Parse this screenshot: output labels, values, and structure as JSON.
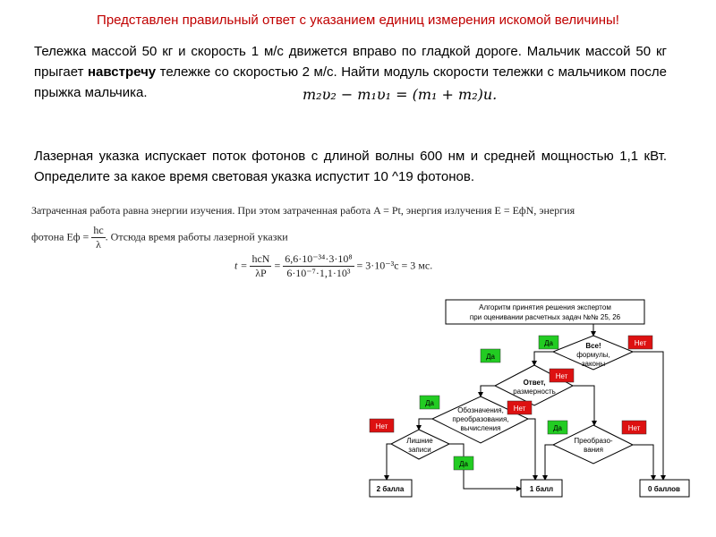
{
  "title": "Представлен правильный ответ с указанием единиц измерения искомой величины!",
  "problem1": {
    "text_before": "Тележка массой 50 кг и скорость 1 м/с движется вправо по гладкой дороге. Мальчик массой 50 кг прыгает ",
    "emphasis": "навстречу",
    "text_after": " тележке со скоростью 2 м/с. Найти модуль скорости тележки с мальчиком после прыжка мальчика.",
    "formula": "m₂υ₂ − m₁υ₁ = (m₁ + m₂)u."
  },
  "problem2": {
    "text": "Лазерная указка испускает поток фотонов с длиной волны 600 нм и средней мощностью 1,1 кВт. Определите за какое время световая указка испустит 10 ^19 фотонов."
  },
  "solution": {
    "line1": "Затраченная работа равна энергии изучения. При этом затраченная работа A = Pt, энергия излучения E = EфN, энергия",
    "line2_a": "фотона Eф = ",
    "line2_num": "hc",
    "line2_den": "λ",
    "line2_b": ". Отсюда время работы лазерной указки",
    "eq_lhs": "t = ",
    "eq_f1_num": "hcN",
    "eq_f1_den": "λP",
    "eq_f2_num": "6,6·10⁻³⁴·3·10⁸",
    "eq_f2_den": "6·10⁻⁷·1,1·10³",
    "eq_rhs": " = 3·10⁻³c = 3 мс."
  },
  "flowchart": {
    "header_line1": "Алгоритм принятия решения экспертом",
    "header_line2": "при оценивании расчетных задач №№ 25, 26",
    "d1": [
      "Все!",
      "формулы,",
      "законы"
    ],
    "d2": [
      "Ответ,",
      "размерность"
    ],
    "d3": [
      "Обозначения,",
      "преобразования,",
      "вычисления"
    ],
    "d4": [
      "Лишние",
      "записи"
    ],
    "d5": [
      "Преобразо-",
      "вания"
    ],
    "yes": "Да",
    "no": "Нет",
    "score2": "2 балла",
    "score1": "1 балл",
    "score0": "0 баллов",
    "yes_color": "#22cc22",
    "no_color": "#dd1111"
  }
}
